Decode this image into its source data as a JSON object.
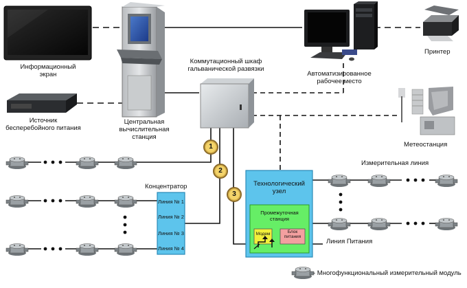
{
  "colors": {
    "wire": "#111111",
    "tech_node_fill": "#5dc4ec",
    "tech_node_border": "#2a8ab8",
    "interim_station_fill": "#66ee66",
    "modem_fill": "#f2f03a",
    "power_block_fill": "#f4a0a0",
    "badge_fill": "#f3d36a"
  },
  "labels": {
    "info_screen": "Информационный экран",
    "ups": "Источник бесперебойного питания",
    "central_station": "Центральная вычислительная станция",
    "switch_cabinet": "Коммутационный шкаф гальванической развязки",
    "workstation": "Автоматизированное рабочее место",
    "printer": "Принтер",
    "weather_station": "Метеостанция",
    "concentrator": "Концентратор",
    "measure_line": "Измерительная линия",
    "power_line": "Линия Питания",
    "legend": "- Многофункциональный измерительный модуль"
  },
  "concentrator_lines": [
    "Линия № 1",
    "Линия № 2",
    "Линия № 3",
    "Линия № 4"
  ],
  "tech_node": {
    "title": "Технологический узел",
    "interim_station": "Промежуточная станция",
    "modem": "Модем",
    "power_block": "Блок питания"
  },
  "badges": [
    "1",
    "2",
    "3"
  ]
}
